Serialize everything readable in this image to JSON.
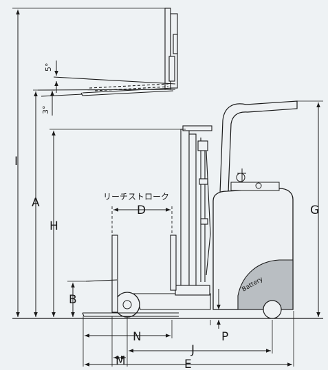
{
  "labels": {
    "I": "I",
    "A": "A",
    "H": "H",
    "B": "B",
    "G": "G",
    "D": "D",
    "N": "N",
    "M": "M",
    "J": "J",
    "E": "E",
    "P": "P",
    "reach_stroke": "リーチストローク",
    "tilt_forward": "5°",
    "tilt_back": "3°",
    "battery": "Battery"
  },
  "colors": {
    "line": "#1a1a1a",
    "body_fill": "#eef1f3",
    "battery_fill": "#b9bec2",
    "background": "#eef2f4"
  }
}
